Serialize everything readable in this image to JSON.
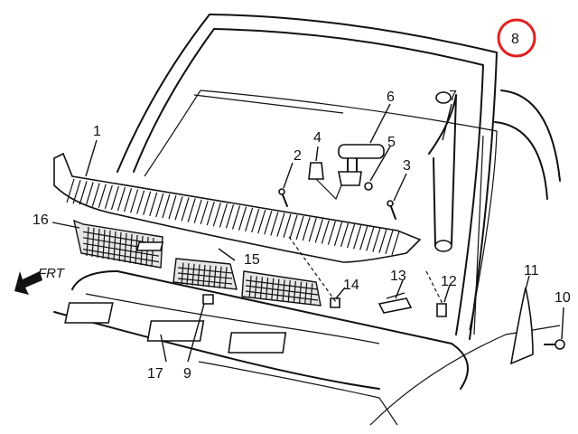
{
  "diagram": {
    "callouts": [
      "1",
      "2",
      "3",
      "4",
      "5",
      "6",
      "7",
      "8",
      "9",
      "10",
      "11",
      "12",
      "13",
      "14",
      "15",
      "16",
      "17"
    ],
    "direction_label": "FRT",
    "highlight_color": "#e02020"
  }
}
